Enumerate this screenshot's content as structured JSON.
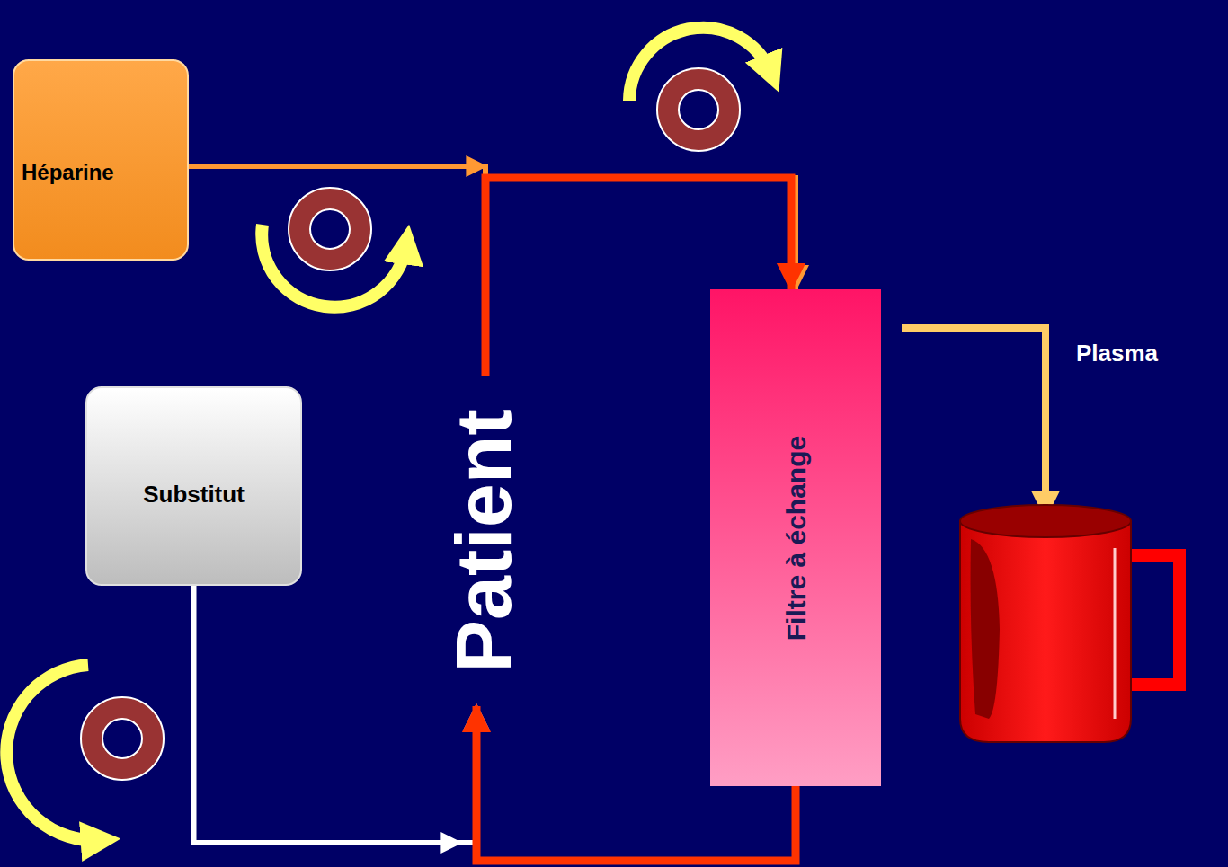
{
  "diagram": {
    "nodes": [
      {
        "text": [
          "Héparine"
        ]
      },
      {
        "text": [
          "Substitut"
        ]
      },
      {
        "text": [
          "Patient"
        ]
      },
      {
        "text": [
          "Filtre à échange"
        ]
      }
    ],
    "edges": [
      {
        "from": 0,
        "to": 3,
        "arrow": "to"
      },
      {
        "from": 1,
        "to": 2,
        "arrow": "to"
      },
      {
        "from": 2,
        "to": 3,
        "arrow": "to"
      },
      {
        "from": 3,
        "to": 2,
        "arrow": "to"
      }
    ],
    "labels": [
      "Plasma"
    ]
  }
}
